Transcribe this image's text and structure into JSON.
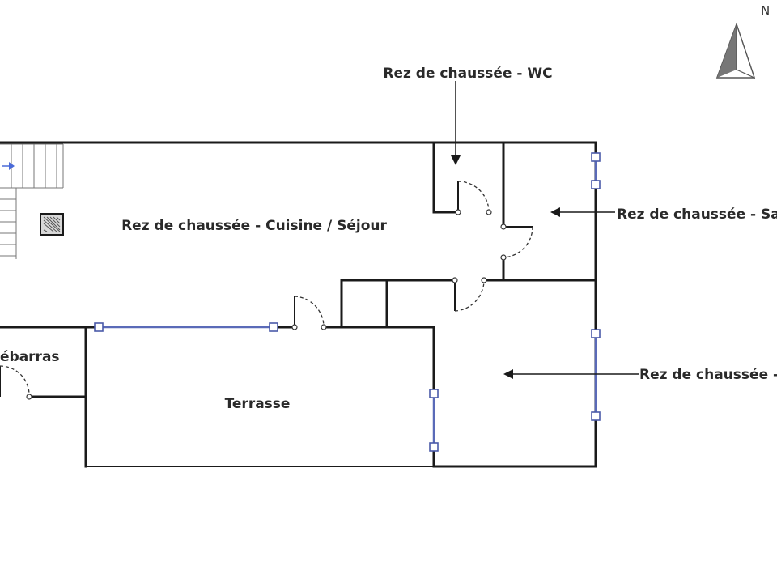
{
  "compass": {
    "label": "N",
    "icon": "north-arrow-icon"
  },
  "rooms": {
    "wc": "Rez de chaussée - WC",
    "kitchen_living": "Rez de chaussée - Cuisine / Séjour",
    "right_upper": "Rez de chaussée - Sa",
    "right_lower": "Rez de chaussée -",
    "storage": "ébarras",
    "terrace": "Terrasse"
  },
  "colors": {
    "wall": "#1a1a1a",
    "window": "#5a6ab8",
    "text": "#2a2a2a"
  }
}
